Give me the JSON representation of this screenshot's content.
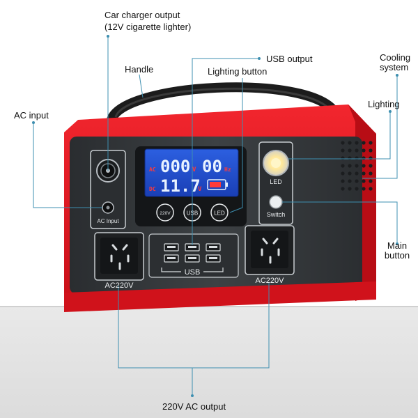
{
  "callouts": {
    "car_charger": {
      "line1": "Car charger output",
      "line2": "(12V cigarette lighter)"
    },
    "handle": "Handle",
    "usb_output": "USB output",
    "lighting_button": "Lighting button",
    "cooling_system": {
      "line1": "Cooling",
      "line2": "system"
    },
    "lighting": "Lighting",
    "ac_input": "AC input",
    "main_button": {
      "line1": "Main",
      "line2": "button"
    },
    "ac_output": "220V AC output"
  },
  "device": {
    "ac_input_port_label": "AC Input",
    "led_lamp_label": "LED",
    "switch_label": "Switch",
    "usb_panel_label": "USB",
    "outlet_left_label": "AC220V",
    "outlet_right_label": "AC220V",
    "buttons": {
      "ac": "220V",
      "usb": "USB",
      "led": "LED"
    },
    "display": {
      "ac_tag": "AC",
      "ac_value": "000",
      "ac_unit": "V",
      "hz_value": "00",
      "hz_unit": "Hz",
      "dc_tag": "DC",
      "dc_value": "11.7",
      "dc_unit": "V",
      "battery_level": 0.8
    }
  },
  "colors": {
    "shell_red": "#e0151f",
    "shell_dark": "#303436",
    "lcd_blue": "#1f4fd0",
    "lcd_text": "#e8f2ff",
    "lcd_red": "#ff3a3a",
    "callout_line": "#3d8fb0"
  }
}
